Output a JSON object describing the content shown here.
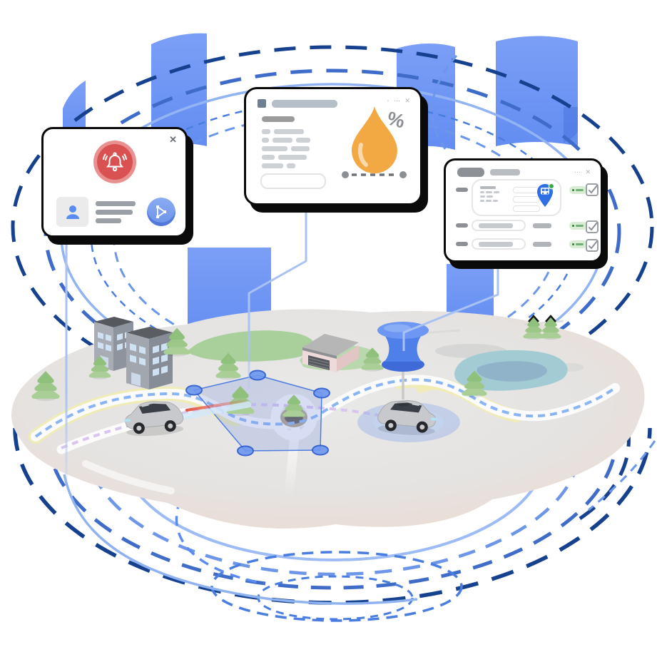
{
  "scene": {
    "title": "fleet-geofencing-illustration",
    "map_objects": [
      "apartment-buildings",
      "garage",
      "evergreen-trees",
      "roads",
      "route-dashes",
      "geofence-polygon",
      "roundabout",
      "lake",
      "pushpin-marker",
      "suv-car-left",
      "suv-car-right"
    ]
  },
  "palette": {
    "ribbon_blue": "#6e96f5",
    "wire_navy": "#16418f",
    "wire_blue": "#3f6cc8",
    "wire_light_blue": "#93b4f2",
    "route_blue": "#8ab4f4",
    "route_purple": "#d9c4ef",
    "geofence_blue": "#4f7de0",
    "island_pink_edge": "#f0cdc4",
    "alert_red": "#d95151",
    "fuel_orange": "#f2a843",
    "status_green": "#d8edd4",
    "pin_blue": "#4f7fe8"
  },
  "alert_card": {
    "close_glyph": "✕",
    "main_icon": "alarm-bell-icon",
    "avatar_icon": "person-icon",
    "action_icon": "geofence-polygon-icon"
  },
  "fuel_card": {
    "minimize_glyph": "◦",
    "more_glyph": "⋯",
    "close_glyph": "✕",
    "percent_glyph": "%",
    "droplet_icon": "fuel-drop-icon"
  },
  "checklist_card": {
    "more_glyph": "⋯ ✕",
    "marker_icon": "bus-location-pin-icon"
  }
}
